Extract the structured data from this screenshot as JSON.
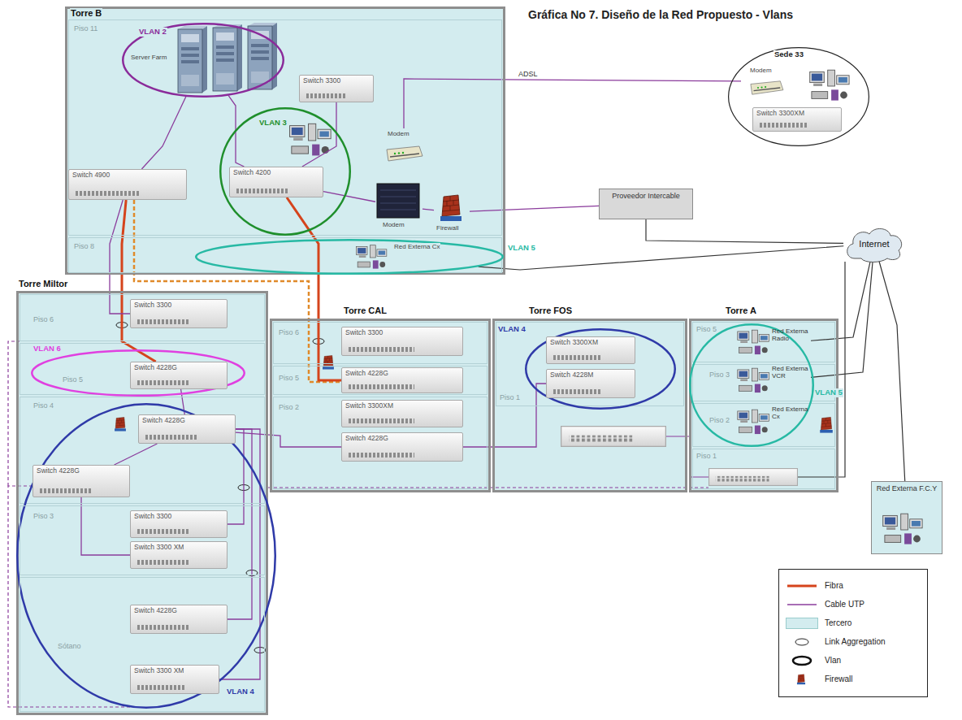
{
  "diagram": {
    "title": "Gráfica No 7. Diseño de la Red Propuesto - Vlans",
    "nodes": [
      {
        "text": [
          "Torre B"
        ]
      },
      {
        "text": [
          "Piso 11"
        ],
        "in": 0
      },
      {
        "text": [
          "VLAN 2",
          "Server Farm"
        ],
        "in": 1
      },
      {
        "text": [
          "Switch 3300"
        ],
        "in": 1
      },
      {
        "text": [
          "Modem"
        ],
        "in": 1
      },
      {
        "text": [
          "VLAN 3"
        ],
        "in": 1
      },
      {
        "text": [
          "Switch 4200"
        ],
        "in": 5
      },
      {
        "text": [
          "Switch 4900"
        ],
        "in": 1
      },
      {
        "text": [
          "Modem"
        ],
        "in": 1
      },
      {
        "text": [
          "Firewall"
        ],
        "in": 1
      },
      {
        "text": [
          "Piso 8"
        ],
        "in": 0
      },
      {
        "text": [
          "Red Externa Cx",
          "VLAN 5"
        ],
        "in": 10
      },
      {
        "text": [
          "Proveedor Intercable"
        ]
      },
      {
        "text": [
          "Sede 33"
        ]
      },
      {
        "text": [
          "Modem"
        ],
        "in": 13
      },
      {
        "text": [
          "Switch 3300XM"
        ],
        "in": 13
      },
      {
        "text": [
          "Internet"
        ]
      },
      {
        "text": [
          "Torre Miltor"
        ]
      },
      {
        "text": [
          "Piso 6"
        ],
        "in": 17
      },
      {
        "text": [
          "Switch 3300"
        ],
        "in": 18
      },
      {
        "text": [
          "Piso 5"
        ],
        "in": 17
      },
      {
        "text": [
          "VLAN 6"
        ],
        "in": 17
      },
      {
        "text": [
          "Switch 4228G"
        ],
        "in": 21
      },
      {
        "text": [
          "Piso 4"
        ],
        "in": 17
      },
      {
        "text": [
          "VLAN 4"
        ],
        "in": 17
      },
      {
        "text": [
          "Switch 4228G"
        ],
        "in": 24
      },
      {
        "text": [
          "Switch 4228G"
        ],
        "in": 24
      },
      {
        "text": [
          "Piso 3"
        ],
        "in": 17
      },
      {
        "text": [
          "Switch 3300"
        ],
        "in": 24
      },
      {
        "text": [
          "Switch 3300 XM"
        ],
        "in": 24
      },
      {
        "text": [
          "Sótano"
        ],
        "in": 17
      },
      {
        "text": [
          "Switch 4228G"
        ],
        "in": 24
      },
      {
        "text": [
          "Switch 3300 XM"
        ],
        "in": 24
      },
      {
        "text": [
          "Torre CAL"
        ]
      },
      {
        "text": [
          "Piso 6"
        ],
        "in": 33
      },
      {
        "text": [
          "Switch 3300"
        ],
        "in": 34
      },
      {
        "text": [
          "Piso 5"
        ],
        "in": 33
      },
      {
        "text": [
          "Switch 4228G"
        ],
        "in": 36
      },
      {
        "text": [
          "Piso 2"
        ],
        "in": 33
      },
      {
        "text": [
          "Switch 3300XM"
        ],
        "in": 38
      },
      {
        "text": [
          "Switch 4228G"
        ],
        "in": 38
      },
      {
        "text": [
          "Torre FOS"
        ]
      },
      {
        "text": [
          "Piso 1"
        ],
        "in": 41
      },
      {
        "text": [
          "VLAN 4"
        ],
        "in": 42
      },
      {
        "text": [
          "Switch 3300XM"
        ],
        "in": 43
      },
      {
        "text": [
          "Switch 4228M"
        ],
        "in": 43
      },
      {
        "text": [
          "Torre A"
        ]
      },
      {
        "text": [
          "Piso 5"
        ],
        "in": 46
      },
      {
        "text": [
          "Piso 3"
        ],
        "in": 46
      },
      {
        "text": [
          "Piso 2"
        ],
        "in": 46
      },
      {
        "text": [
          "Piso 1"
        ],
        "in": 46
      },
      {
        "text": [
          "VLAN 5"
        ],
        "in": 46
      },
      {
        "text": [
          "Red Externa Radio"
        ],
        "in": 51
      },
      {
        "text": [
          "Red Externa VCR"
        ],
        "in": 51
      },
      {
        "text": [
          "Red Externa Cx"
        ],
        "in": 51
      },
      {
        "text": [
          "Red Externa F.C.Y"
        ]
      }
    ],
    "edges": [
      {
        "from": 4,
        "to": 14,
        "arrow": "none",
        "label": "ADSL"
      },
      {
        "from": 9,
        "to": 12,
        "arrow": "none"
      },
      {
        "from": 12,
        "to": 16,
        "arrow": "none"
      },
      {
        "from": 11,
        "to": 16,
        "arrow": "none"
      },
      {
        "from": 52,
        "to": 16,
        "arrow": "none"
      },
      {
        "from": 53,
        "to": 16,
        "arrow": "none"
      },
      {
        "from": 55,
        "to": 16,
        "arrow": "none"
      },
      {
        "from": 7,
        "to": 2,
        "arrow": "none"
      },
      {
        "from": 6,
        "to": 2,
        "arrow": "none"
      },
      {
        "from": 8,
        "to": 9,
        "arrow": "none"
      },
      {
        "from": 6,
        "to": 8,
        "arrow": "none"
      },
      {
        "from": 7,
        "to": 22,
        "arrow": "none"
      },
      {
        "from": 6,
        "to": 37,
        "arrow": "none"
      },
      {
        "from": 7,
        "to": 19,
        "arrow": "none"
      },
      {
        "from": 22,
        "to": 25,
        "arrow": "none"
      },
      {
        "from": 25,
        "to": 26,
        "arrow": "none"
      },
      {
        "from": 25,
        "to": 28,
        "arrow": "none"
      },
      {
        "from": 25,
        "to": 31,
        "arrow": "none"
      },
      {
        "from": 25,
        "to": 32,
        "arrow": "none"
      },
      {
        "from": 26,
        "to": 29,
        "arrow": "none"
      },
      {
        "from": 40,
        "to": 45,
        "arrow": "none"
      },
      {
        "from": 25,
        "to": 40,
        "arrow": "none"
      },
      {
        "from": 3,
        "to": 6,
        "arrow": "none"
      }
    ],
    "legend": [
      {
        "text": "Fibra"
      },
      {
        "text": "Cable UTP"
      },
      {
        "text": "Tercero",
        "color": "#d3ecef"
      },
      {
        "text": "Link Aggregation"
      },
      {
        "text": "Vlan"
      },
      {
        "text": "Firewall"
      }
    ]
  }
}
